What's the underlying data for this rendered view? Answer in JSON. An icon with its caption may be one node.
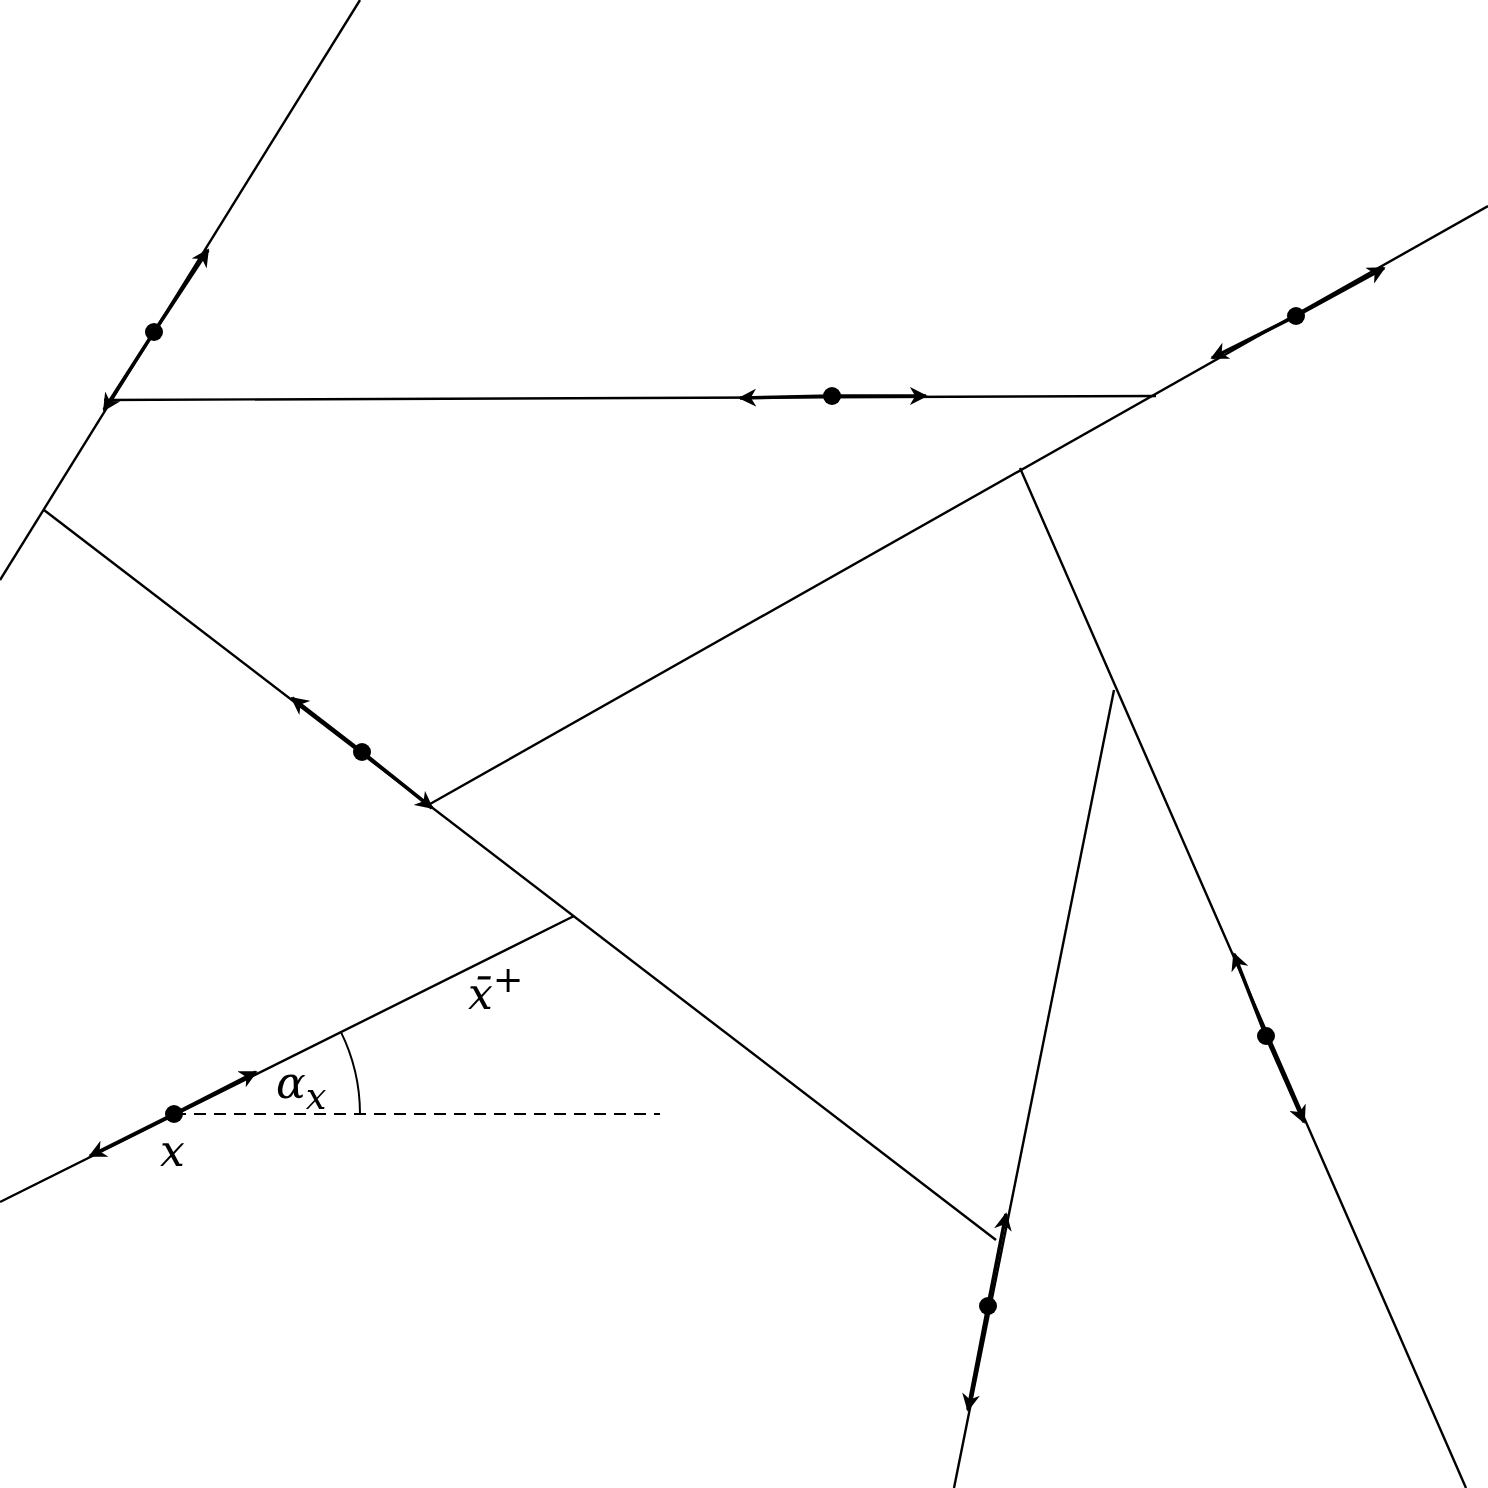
{
  "diagram": {
    "labels": [
      "x̄$^{+}$",
      "α$_{x}$",
      "x"
    ]
  }
}
